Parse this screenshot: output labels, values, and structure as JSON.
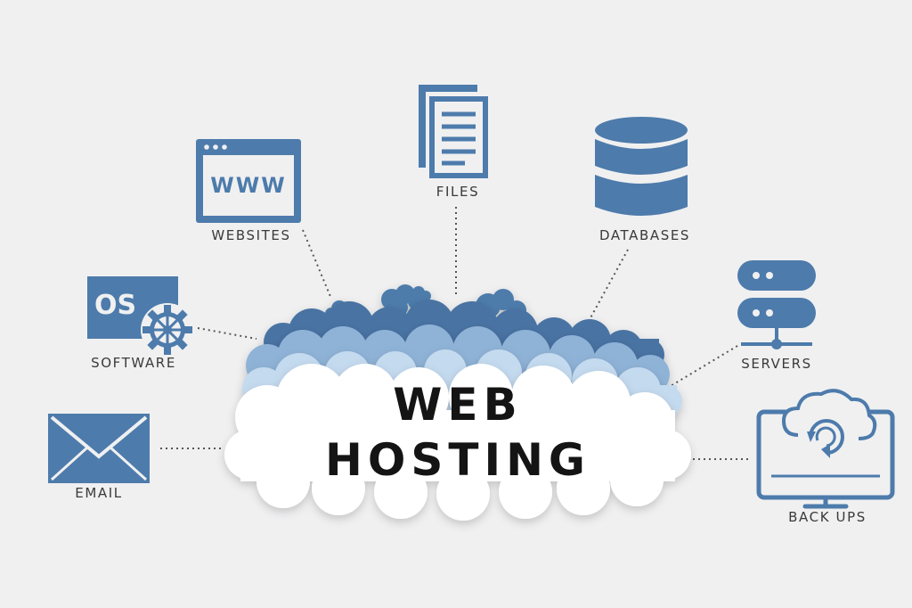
{
  "title": {
    "line1": "WEB",
    "line2": "HOSTING"
  },
  "nodes": {
    "files": {
      "label": "FILES",
      "icon": "document-icon"
    },
    "websites": {
      "label": "WEBSITES",
      "icon": "browser-window-icon",
      "glyph": "WWW"
    },
    "databases": {
      "label": "DATABASES",
      "icon": "database-icon"
    },
    "software": {
      "label": "SOFTWARE",
      "icon": "os-gear-icon",
      "glyph": "OS"
    },
    "servers": {
      "label": "SERVERS",
      "icon": "server-stack-icon"
    },
    "email": {
      "label": "EMAIL",
      "icon": "envelope-icon"
    },
    "backups": {
      "label": "BACK UPS",
      "icon": "monitor-cloud-backup-icon"
    }
  },
  "colors": {
    "icon_blue": "#4d7bab",
    "cloud_dark": "#4873a3",
    "cloud_mid": "#8fb3d7",
    "cloud_light": "#c4daef",
    "cloud_white": "#ffffff",
    "background": "#f0f0f1",
    "title_text": "#141414",
    "label_text": "#3a3a3a"
  }
}
